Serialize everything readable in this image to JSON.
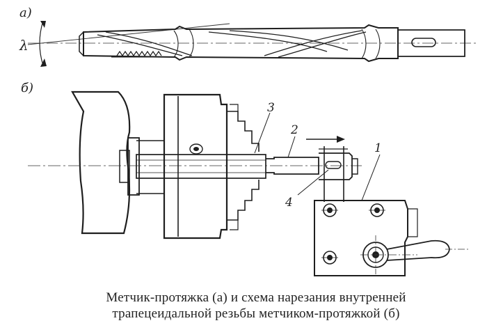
{
  "figure": {
    "part_a_label": "а)",
    "part_b_label": "б)",
    "angle_label": "λ",
    "callouts": {
      "n1": "1",
      "n2": "2",
      "n3": "3",
      "n4": "4"
    }
  },
  "caption": {
    "line1": "Метчик-протяжка (а) и схема нарезания внутренней",
    "line2": "трапецеидальной резьбы метчиком-протяжкой (б)"
  }
}
